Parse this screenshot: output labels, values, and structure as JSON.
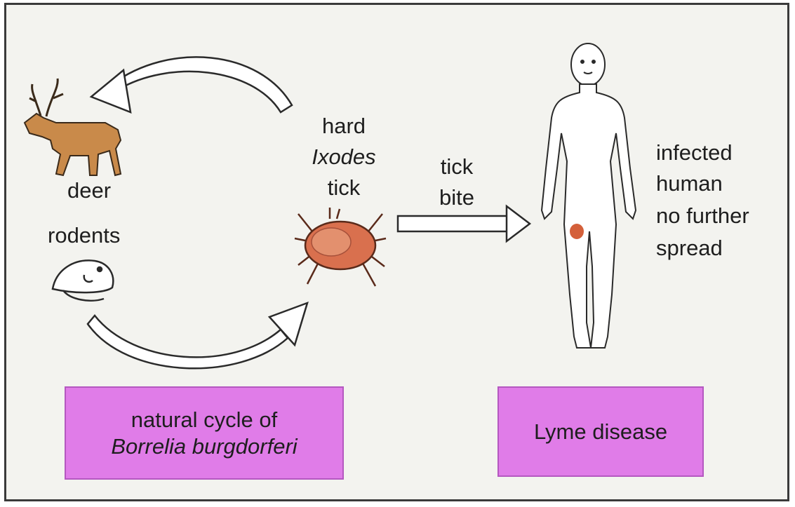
{
  "labels": {
    "deer": "deer",
    "rodents": "rodents",
    "tick_line1": "hard",
    "tick_line2": "Ixodes",
    "tick_line3": "tick",
    "bite_line1": "tick",
    "bite_line2": "bite",
    "human_line1": "infected",
    "human_line2": "human",
    "human_line3": "no further",
    "human_line4": "spread"
  },
  "boxes": {
    "cycle_line1": "natural cycle of",
    "cycle_line2": "Borrelia burgdorferi",
    "disease": "Lyme disease"
  },
  "colors": {
    "animal_fill": "#c98a4a",
    "tick_fill": "#d9704e",
    "rash": "#d4603a",
    "box_fill": "#e07ce8"
  },
  "icons": [
    "deer-icon",
    "rodent-icon",
    "tick-icon",
    "human-figure-icon",
    "arrow-icon"
  ]
}
